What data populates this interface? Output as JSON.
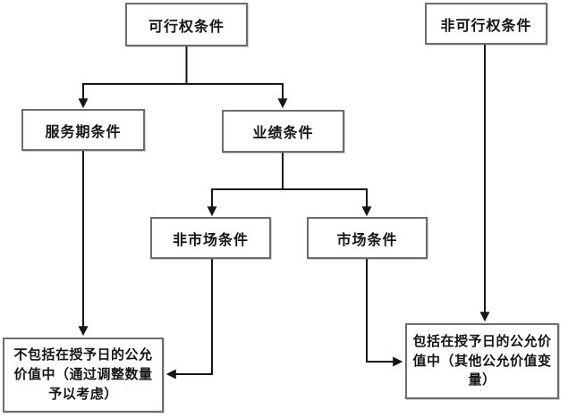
{
  "diagram": {
    "nodes": {
      "vesting": {
        "label": "可行权条件"
      },
      "non_vesting": {
        "label": "非可行权条件"
      },
      "service_period": {
        "label": "服务期条件"
      },
      "performance": {
        "label": "业绩条件"
      },
      "non_market": {
        "label": "非市场条件"
      },
      "market": {
        "label": "市场条件"
      },
      "excluded_fv": {
        "label": "不包括在授予日的公允价值中（通过调整数量予以考虑）",
        "lines": [
          "不包括在授予日的公允",
          "价值中（通过调整数量",
          "予以考虑）"
        ]
      },
      "included_fv": {
        "label": "包括在授予日的公允价值中（其他公允价值变量）",
        "lines": [
          "包括在授予日的公允价",
          "值中（其他公允价值变",
          "量）"
        ]
      }
    },
    "edges": [
      {
        "from": "可行权条件",
        "to": "服务期条件"
      },
      {
        "from": "可行权条件",
        "to": "业绩条件"
      },
      {
        "from": "业绩条件",
        "to": "非市场条件"
      },
      {
        "from": "业绩条件",
        "to": "市场条件"
      },
      {
        "from": "服务期条件",
        "to": "不包括在授予日的公允价值中（通过调整数量予以考虑）"
      },
      {
        "from": "非市场条件",
        "to": "不包括在授予日的公允价值中（通过调整数量予以考虑）"
      },
      {
        "from": "市场条件",
        "to": "包括在授予日的公允价值中（其他公允价值变量）"
      },
      {
        "from": "非可行权条件",
        "to": "包括在授予日的公允价值中（其他公允价值变量）"
      }
    ],
    "colors": {
      "line": "#161616",
      "box_border": "#6d6d6d",
      "box_fill": "#ffffff",
      "text": "#151515",
      "background": "#ffffff"
    }
  }
}
